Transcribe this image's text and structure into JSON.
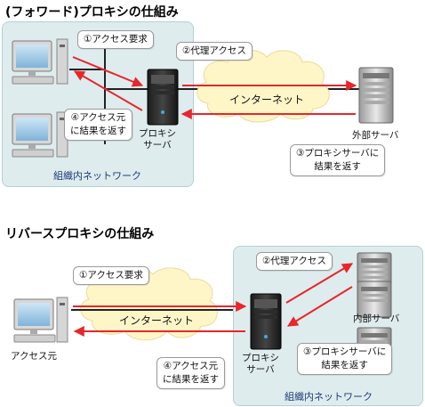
{
  "forward": {
    "title": "(フォワード)プロキシの仕組み",
    "internal_network_label": "組織内ネットワーク",
    "internet_label": "インターネット",
    "proxy_label_line1": "プロキシ",
    "proxy_label_line2": "サーバ",
    "external_server_label": "外部サーバ",
    "callout_1": "①アクセス要求",
    "callout_2": "②代理アクセス",
    "callout_3_line1": "③プロキシサーバに",
    "callout_3_line2": "結果を返す",
    "callout_4_line1": "④アクセス元",
    "callout_4_line2": "に結果を返す"
  },
  "reverse": {
    "title": "リバースプロキシの仕組み",
    "internal_network_label": "組織内ネットワーク",
    "internet_label": "インターネット",
    "proxy_label_line1": "プロキシ",
    "proxy_label_line2": "サーバ",
    "internal_server_label": "内部サーバ",
    "access_source_label": "アクセス元",
    "callout_1": "①アクセス要求",
    "callout_2": "②代理アクセス",
    "callout_3_line1": "③プロキシサーバに",
    "callout_3_line2": "結果を返す",
    "callout_4_line1": "④アクセス元",
    "callout_4_line2": "に結果を返す"
  },
  "colors": {
    "arrow": "#e8262b",
    "network_box": "#dfecee",
    "cloud": "#fff6c8",
    "line": "#222222"
  },
  "icons": [
    "pc-icon",
    "proxy-server-icon",
    "tower-server-icon",
    "cloud-icon"
  ]
}
